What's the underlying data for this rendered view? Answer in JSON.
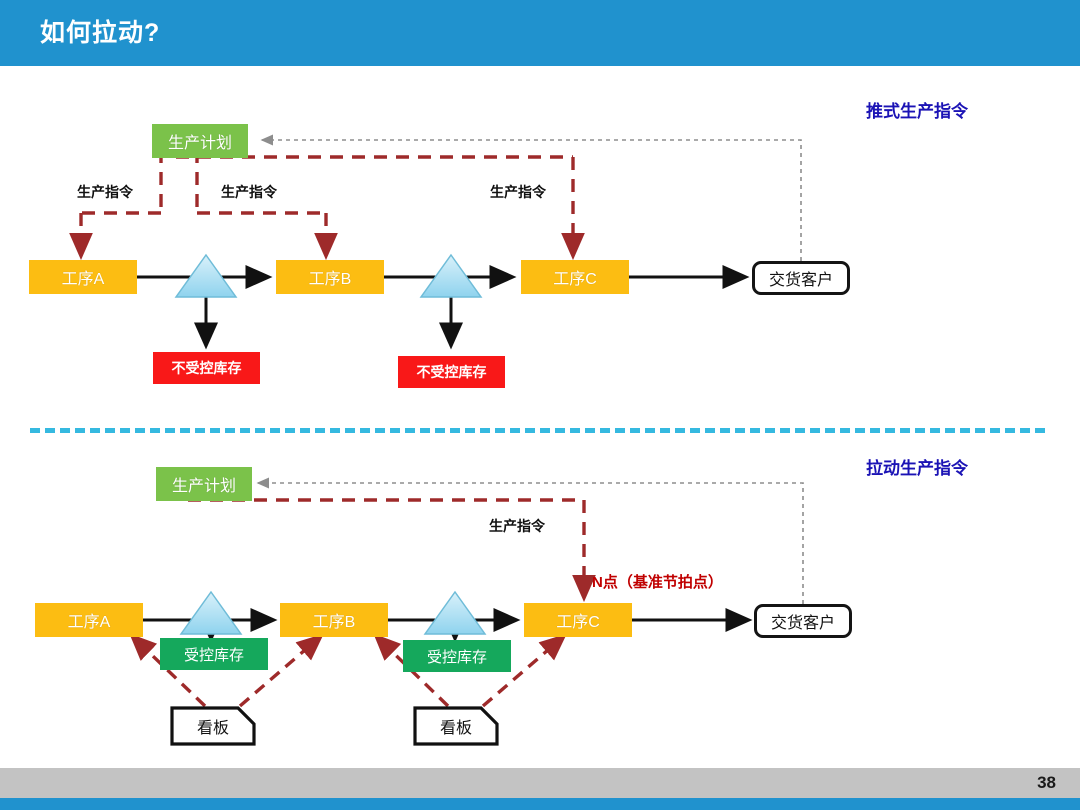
{
  "header": {
    "title": "如何拉动?"
  },
  "footer": {
    "page_number": "38"
  },
  "colors": {
    "header_blue": "#2092ce",
    "heading_blue": "#1b13b5",
    "process_orange": "#fcbd12",
    "plan_green": "#7bc24a",
    "uncontrolled_red": "#f91818",
    "controlled_green": "#15a85c",
    "dashed_red": "#9e2a2a",
    "divider_cyan": "#35b9e0",
    "npoint_red": "#c00000"
  },
  "push_section": {
    "heading": "推式生产指令",
    "plan_box": "生产计划",
    "processes": [
      "工序A",
      "工序B",
      "工序C"
    ],
    "customer": "交货客户",
    "inventory_boxes": [
      "不受控库存",
      "不受控库存"
    ],
    "order_labels": [
      "生产指令",
      "生产指令",
      "生产指令"
    ]
  },
  "pull_section": {
    "heading": "拉动生产指令",
    "plan_box": "生产计划",
    "processes": [
      "工序A",
      "工序B",
      "工序C"
    ],
    "customer": "交货客户",
    "inventory_boxes": [
      "受控库存",
      "受控库存"
    ],
    "order_labels": [
      "生产指令"
    ],
    "kanban_notes": [
      "看板",
      "看板"
    ],
    "n_point": "N点（基准节拍点）"
  }
}
